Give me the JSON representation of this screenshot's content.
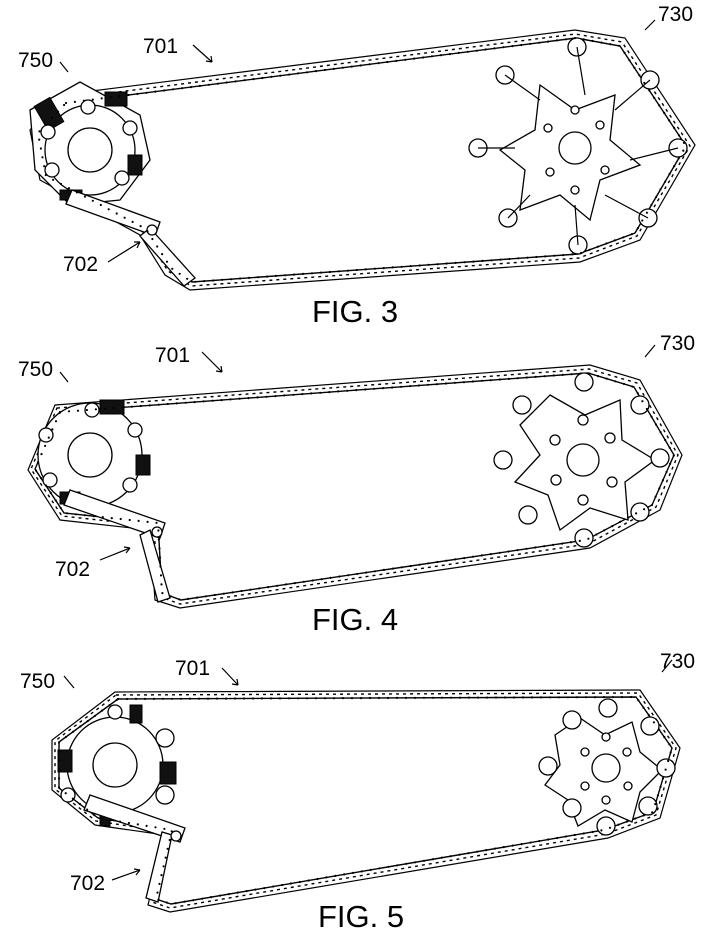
{
  "figures": [
    {
      "caption": "FIG. 3",
      "labels": {
        "chain": "701",
        "arm": "702",
        "sprocket": "730",
        "drive": "750"
      },
      "sprocket_state": "expanded"
    },
    {
      "caption": "FIG. 4",
      "labels": {
        "chain": "701",
        "arm": "702",
        "sprocket": "730",
        "drive": "750"
      },
      "sprocket_state": "intermediate"
    },
    {
      "caption": "FIG. 5",
      "labels": {
        "chain": "701",
        "arm": "702",
        "sprocket": "730",
        "drive": "750"
      },
      "sprocket_state": "contracted"
    }
  ]
}
